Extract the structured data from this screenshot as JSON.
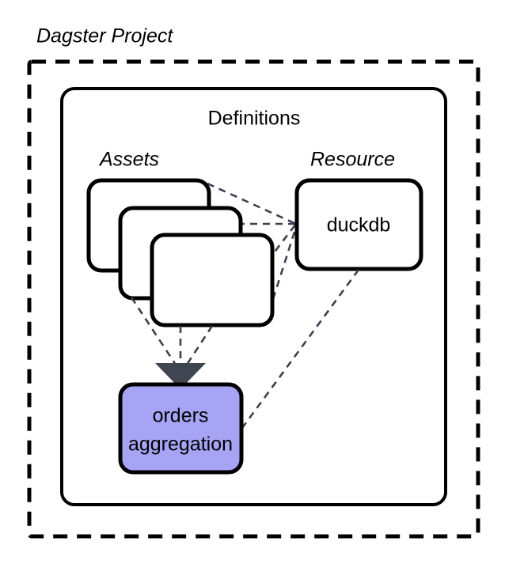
{
  "diagram": {
    "title": "Dagster Project",
    "containers": [
      {
        "id": "project",
        "label": "Dagster Project",
        "border": "dashed",
        "label_style": "italic"
      },
      {
        "id": "definitions",
        "label": "Definitions",
        "border": "solid",
        "label_style": "normal"
      }
    ],
    "groups": [
      {
        "id": "assets",
        "label": "Assets",
        "label_style": "italic"
      },
      {
        "id": "resource",
        "label": "Resource",
        "label_style": "italic"
      }
    ],
    "nodes": [
      {
        "id": "asset-stack-back",
        "label": "",
        "fill": "#ffffff"
      },
      {
        "id": "asset-stack-middle",
        "label": "",
        "fill": "#ffffff"
      },
      {
        "id": "asset-stack-front",
        "label": "",
        "fill": "#ffffff"
      },
      {
        "id": "duckdb",
        "label": "duckdb",
        "fill": "#ffffff"
      },
      {
        "id": "orders-aggregation",
        "label_line_1": "orders",
        "label_line_2": "aggregation",
        "fill": "#a8a4f5"
      }
    ],
    "edges": [
      {
        "from": "asset-stack-back",
        "to": "duckdb",
        "style": "dashed"
      },
      {
        "from": "asset-stack-middle",
        "to": "duckdb",
        "style": "dashed"
      },
      {
        "from": "asset-stack-front",
        "to": "duckdb",
        "style": "dashed"
      },
      {
        "from": "asset-stack-middle",
        "to": "orders-aggregation",
        "style": "dashed",
        "arrow": true
      },
      {
        "from": "asset-stack-front",
        "to": "orders-aggregation",
        "style": "dashed",
        "arrow": true
      },
      {
        "from": "duckdb",
        "to": "orders-aggregation",
        "style": "dashed"
      }
    ],
    "colors": {
      "accent_purple": "#a8a4f5",
      "edge_gray": "#3a4250",
      "arrow_gray": "#3f4551",
      "outline_black": "#000000",
      "background_white": "#ffffff"
    }
  }
}
